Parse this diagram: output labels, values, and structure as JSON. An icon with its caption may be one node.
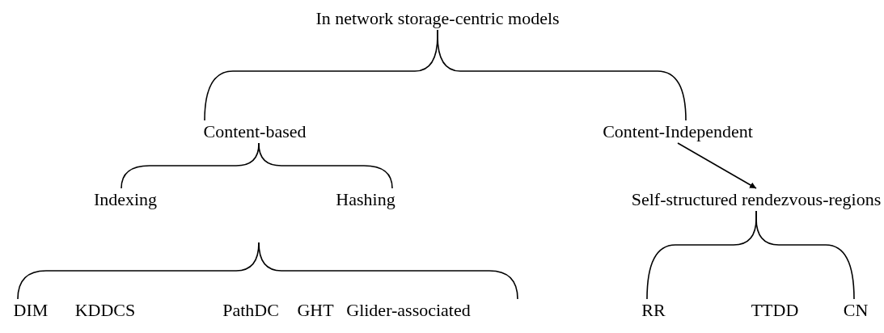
{
  "diagram": {
    "nodes": [
      {
        "text": [
          "In network storage-centric models"
        ]
      },
      {
        "text": [
          "Content-based"
        ]
      },
      {
        "text": [
          "Content-Independent"
        ]
      },
      {
        "text": [
          "Indexing"
        ]
      },
      {
        "text": [
          "Hashing"
        ]
      },
      {
        "text": [
          "Self-structured rendezvous-regions"
        ]
      },
      {
        "text": [
          "DIM"
        ]
      },
      {
        "text": [
          "KDDCS"
        ]
      },
      {
        "text": [
          "PathDC"
        ]
      },
      {
        "text": [
          "GHT"
        ]
      },
      {
        "text": [
          "Glider-associated"
        ]
      },
      {
        "text": [
          "RR"
        ]
      },
      {
        "text": [
          "TTDD"
        ]
      },
      {
        "text": [
          "CN"
        ]
      }
    ],
    "edges": [
      {
        "from": 0,
        "to": 1,
        "arrow": "none"
      },
      {
        "from": 0,
        "to": 2,
        "arrow": "none"
      },
      {
        "from": 1,
        "to": 3,
        "arrow": "none"
      },
      {
        "from": 1,
        "to": 4,
        "arrow": "none"
      },
      {
        "from": 2,
        "to": 5,
        "arrow": "to"
      },
      {
        "from": null,
        "to": 6,
        "arrow": "none"
      },
      {
        "from": null,
        "to": 10,
        "arrow": "none"
      },
      {
        "from": 5,
        "to": 11,
        "arrow": "none"
      },
      {
        "from": 5,
        "to": 13,
        "arrow": "none"
      }
    ]
  }
}
